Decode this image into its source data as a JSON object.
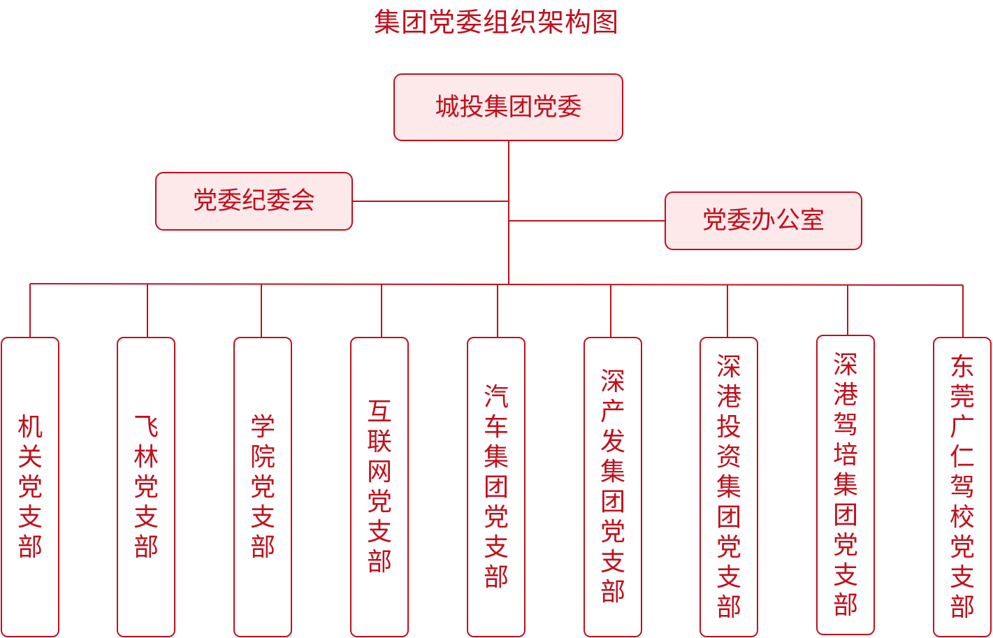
{
  "title": "集团党委组织架构图",
  "colors": {
    "line": "#c0101c",
    "text": "#c0101c",
    "box_fill": "#fde8ea",
    "leaf_fill": "#ffffff"
  },
  "root": {
    "label": "城投集团党委"
  },
  "side_nodes": {
    "left": {
      "label": "党委纪委会"
    },
    "right": {
      "label": "党委办公室"
    }
  },
  "branches": [
    {
      "label": "机关党支部"
    },
    {
      "label": "飞林党支部"
    },
    {
      "label": "学院党支部"
    },
    {
      "label": "互联网党支部"
    },
    {
      "label": "汽车集团党支部"
    },
    {
      "label": "深产发集团党支部"
    },
    {
      "label": "深港投资集团党支部"
    },
    {
      "label": "深港驾培集团党支部"
    },
    {
      "label": "东莞广仁驾校党支部"
    }
  ]
}
